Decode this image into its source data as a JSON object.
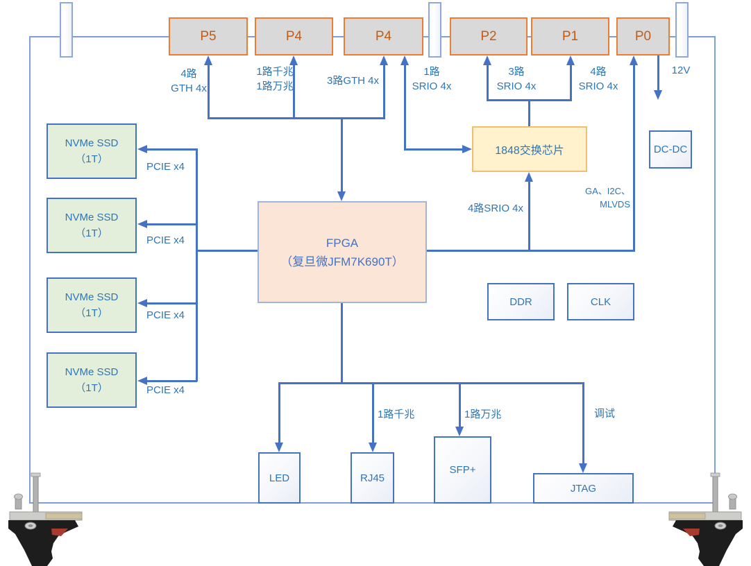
{
  "connectors": [
    {
      "label": "P5"
    },
    {
      "label": "P4"
    },
    {
      "label": "P4"
    },
    {
      "label": "P2"
    },
    {
      "label": "P1"
    },
    {
      "label": "P0"
    }
  ],
  "blocks": {
    "fpga": "FPGA\n（复旦微JFM7K690T）",
    "ssd1": "NVMe SSD\n（1T）",
    "ssd2": "NVMe SSD\n（1T）",
    "ssd3": "NVMe SSD\n（1T）",
    "ssd4": "NVMe SSD\n（1T）",
    "switch": "1848交换芯片",
    "dcdc": "DC-DC",
    "ddr": "DDR",
    "clk": "CLK",
    "led": "LED",
    "rj45": "RJ45",
    "sfp": "SFP+",
    "jtag": "JTAG"
  },
  "labels": {
    "p5_bus": "4路\nGTH 4x",
    "p4a_bus": "1路千兆\n1路万兆",
    "p4b_gth": "3路GTH 4x",
    "p4b_srio": "1路\nSRIO 4x",
    "p2p1_srio": "3路\nSRIO 4x",
    "p0_srio": "4路\nSRIO 4x",
    "power_12v": "12V",
    "fpga_switch_srio": "4路SRIO 4x",
    "p0_misc": "GA、I2C、\nMLVDS",
    "pcie1": "PCIE x4",
    "pcie2": "PCIE x4",
    "pcie3": "PCIE x4",
    "pcie4": "PCIE x4",
    "gigabit": "1路千兆",
    "ten_gigabit": "1路万兆",
    "debug": "调试"
  },
  "colors": {
    "line_blue": "#4472C4",
    "text_blue": "#2E75B6",
    "connector_border_orange": "#ED7D31",
    "connector_fill_gray": "#D9D9D9",
    "connector_text_orange": "#C55A11",
    "ssd_fill_green": "#E3EFDA",
    "fpga_fill_peach": "#FBE5D6",
    "switch_fill_yellow": "#FFF2CC",
    "board_border": "#7E9ED6"
  }
}
